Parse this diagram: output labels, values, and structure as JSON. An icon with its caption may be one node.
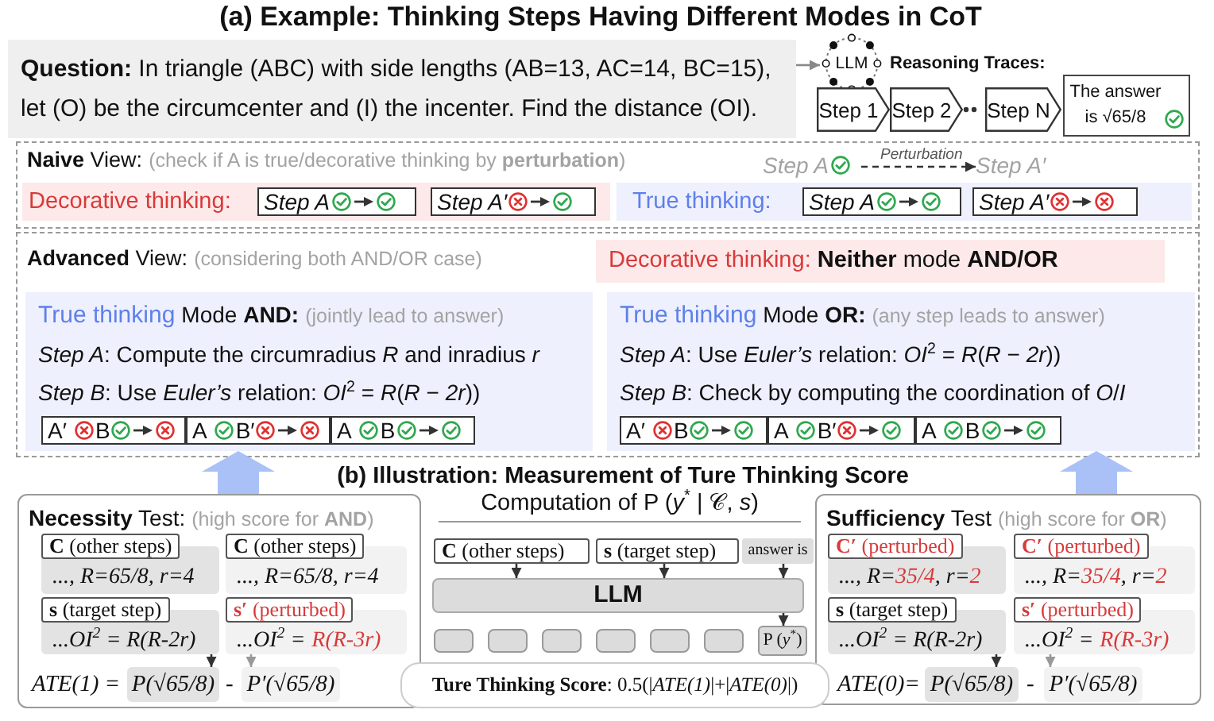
{
  "diagram": {
    "title": "(a) Example: Thinking Steps Having Different Modes in CoT",
    "nodes": [
      {
        "text": [
          "**Question:** In triangle (ABC) with side lengths (AB=13, AC=14, BC=15), let (O) be the circumcenter and (I) the incenter. Find the distance (OI)."
        ]
      },
      {
        "text": [
          "LLM"
        ]
      },
      {
        "text": [
          "Step 1"
        ]
      },
      {
        "text": [
          "Step 2"
        ]
      },
      {
        "text": [
          "Step N"
        ]
      },
      {
        "text": [
          "The answer is √65/8"
        ]
      },
      {
        "text": [
          "**Naive** View:",
          "(check if A is true/decorative thinking by **perturbation**)"
        ]
      },
      {
        "text": [
          "Step A"
        ],
        "in": 6
      },
      {
        "text": [
          "Step A′"
        ],
        "in": 6
      },
      {
        "text": [
          "Decorative thinking:"
        ],
        "in": 6
      },
      {
        "text": [
          "Step A"
        ],
        "in": 9
      },
      {
        "text": [
          "Step A′"
        ],
        "in": 9
      },
      {
        "text": [
          "True thinking:"
        ],
        "in": 6
      },
      {
        "text": [
          "Step A"
        ],
        "in": 12
      },
      {
        "text": [
          "Step A′"
        ],
        "in": 12
      },
      {
        "text": [
          "**Advanced** View:",
          "(considering both AND/OR case)"
        ]
      },
      {
        "text": [
          "Decorative thinking:",
          "**Neither** mode **AND/OR**"
        ],
        "in": 15
      },
      {
        "text": [
          "True thinking",
          "Mode **AND:**",
          "(jointly lead to answer)",
          "*Step A*: Compute the circumradius *R* and inradius *r*",
          "*Step B*: Use *Euler’s* relation: *OI*$^{2}$ = *R*(*R* − *2r*))"
        ],
        "in": 15
      },
      {
        "text": [
          "A′",
          "B"
        ],
        "in": 17
      },
      {
        "text": [
          "A",
          "B′"
        ],
        "in": 17
      },
      {
        "text": [
          "A",
          "B"
        ],
        "in": 17
      },
      {
        "text": [
          "True thinking",
          "Mode **OR:**",
          "(any step leads to answer)",
          "*Step A*: Use *Euler’s* relation: *OI*$^{2}$ = *R*(*R* − *2r*))",
          "*Step B*: Check by computing the coordination of *O*/*I*"
        ],
        "in": 15
      },
      {
        "text": [
          "A′",
          "B"
        ],
        "in": 21
      },
      {
        "text": [
          "A",
          "B′"
        ],
        "in": 21
      },
      {
        "text": [
          "A",
          "B"
        ],
        "in": 21
      },
      {
        "text": [
          "**Necessity** Test:",
          "(high score for **AND**)"
        ]
      },
      {
        "text": [
          "**C** (other steps)",
          "..., R=65/8, r=4"
        ],
        "in": 25
      },
      {
        "text": [
          "**C** (other steps)",
          "..., R=65/8, r=4"
        ],
        "in": 25
      },
      {
        "text": [
          "**s** (target step)",
          "...OI$^{2}$ = R(R-2r)"
        ],
        "in": 25
      },
      {
        "text": [
          "**s′** (perturbed)",
          "...OI$^{2}$ =",
          "R(R-3r)"
        ],
        "in": 25
      },
      {
        "text": [
          "P(√65/8)"
        ],
        "in": 25
      },
      {
        "text": [
          "P′(√65/8)"
        ],
        "in": 25
      },
      {
        "text": [
          "**C** (other steps)"
        ]
      },
      {
        "text": [
          "**s** (target step)"
        ]
      },
      {
        "text": [
          "answer is"
        ]
      },
      {
        "text": [
          "LLM"
        ]
      },
      {
        "text": [],
        "shape": "box"
      },
      {
        "text": [],
        "shape": "box"
      },
      {
        "text": [],
        "shape": "box"
      },
      {
        "text": [],
        "shape": "box"
      },
      {
        "text": [],
        "shape": "box"
      },
      {
        "text": [],
        "shape": "box"
      },
      {
        "text": [
          "P (*y*$^{*}$)"
        ]
      },
      {
        "text": [
          "**Ture Thinking Score**: 0.5(|*ATE(1)*|+|*ATE(0)*|)"
        ]
      },
      {
        "text": [
          "**Sufficiency** Test",
          "(high score for **OR**)"
        ]
      },
      {
        "text": [
          "**C′** (perturbed)",
          "..., R=",
          "35/4",
          ", r=",
          "2"
        ],
        "in": 44
      },
      {
        "text": [
          "**C′** (perturbed)",
          "..., R=",
          "35/4",
          ", r=",
          "2"
        ],
        "in": 44
      },
      {
        "text": [
          "**s** (target step)",
          "...OI$^{2}$ = R(R-2r)"
        ],
        "in": 44
      },
      {
        "text": [
          "**s′** (perturbed)",
          "...OI$^{2}$ =",
          "R(R-3r)"
        ],
        "in": 44
      },
      {
        "text": [
          "P(√65/8)"
        ],
        "in": 44
      },
      {
        "text": [
          "P′(√65/8)"
        ],
        "in": 44
      }
    ],
    "edges": [
      {
        "from": 0,
        "to": 1,
        "arrow": "to",
        "color": "#888888"
      },
      {
        "from": 3,
        "to": 4,
        "arrow": "none",
        "style": "dashed"
      },
      {
        "from": 7,
        "to": 8,
        "arrow": "to",
        "style": "dashed",
        "label": "Perturbation"
      },
      {
        "from": 32,
        "to": 35,
        "arrow": "to"
      },
      {
        "from": 33,
        "to": 35,
        "arrow": "to"
      },
      {
        "from": 34,
        "to": 35,
        "arrow": "to"
      },
      {
        "from": 35,
        "to": 42,
        "arrow": "to"
      },
      {
        "from": 28,
        "to": 30,
        "arrow": "to"
      },
      {
        "from": 29,
        "to": 31,
        "arrow": "to",
        "color": "#999999"
      },
      {
        "from": 47,
        "to": 49,
        "arrow": "to"
      },
      {
        "from": 48,
        "to": 50,
        "arrow": "to",
        "color": "#999999"
      },
      {
        "from": 25,
        "to": 17,
        "arrow": "to",
        "style": "thick",
        "color": "#a9c1f7"
      },
      {
        "from": 44,
        "to": 21,
        "arrow": "to",
        "style": "thick",
        "color": "#a9c1f7"
      }
    ],
    "labels": [
      "Reasoning Traces:",
      "(b) Illustration: Measurement of Ture Thinking Score",
      "Computation of P (*y*$^{*}$ | 𝒞, *s*)",
      "ATE(1) =",
      "-",
      "ATE(0)=",
      "-"
    ]
  }
}
